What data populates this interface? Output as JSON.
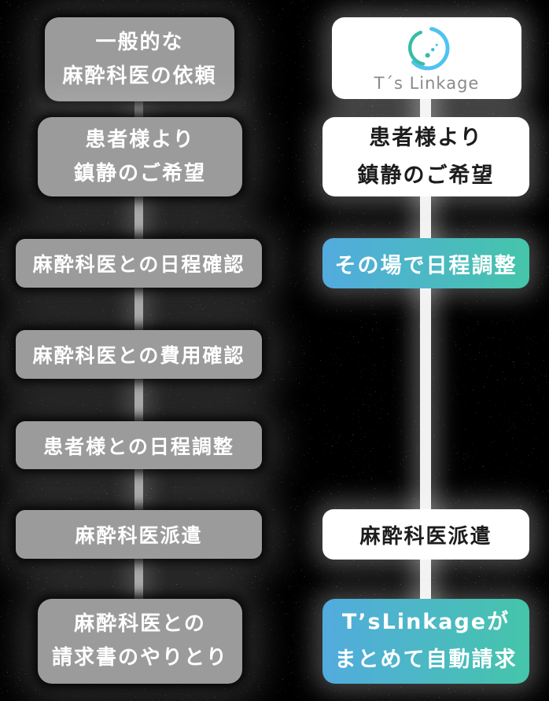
{
  "left_flow": {
    "steps": [
      {
        "line1": "一般的な",
        "line2": "麻酔科医の依頼"
      },
      {
        "line1": "患者様より",
        "line2": "鎮静のご希望"
      },
      {
        "label": "麻酔科医との日程確認"
      },
      {
        "label": "麻酔科医との費用確認"
      },
      {
        "label": "患者様との日程調整"
      },
      {
        "label": "麻酔科医派遣"
      },
      {
        "line1": "麻酔科医との",
        "line2": "請求書のやりとり"
      }
    ]
  },
  "right_flow": {
    "logo": {
      "brand": "T´s Linkage"
    },
    "steps": [
      {
        "line1": "患者様より",
        "line2": "鎮静のご希望"
      },
      {
        "label": "その場で日程調整"
      },
      {
        "label": "麻酔科医派遣"
      },
      {
        "line1": "T’sLinkageが",
        "line2": "まとめて自動請求"
      }
    ]
  },
  "colors": {
    "background": "#000000",
    "gray_box": "#9B9B9B",
    "gray_box_text": "#FFFFFF",
    "white_box": "#FFFFFF",
    "white_box_text": "#1C1C1C",
    "teal_gradient_start": "#52ABDE",
    "teal_gradient_end": "#45C5AA",
    "left_connector_line": "#9B9B9B",
    "right_connector_line": "#F1F1F1",
    "logo_text": "#8A8A8E",
    "logo_arc_blue": "#4EC3EF",
    "logo_arc_teal": "#38BCA6"
  }
}
